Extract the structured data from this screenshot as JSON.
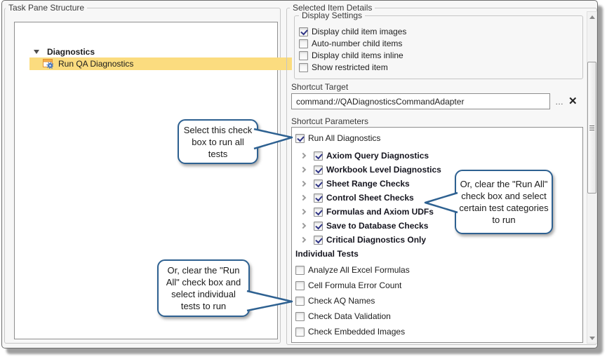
{
  "left_panel": {
    "title": "Task Pane Structure",
    "tree": {
      "root": {
        "label": "Diagnostics",
        "expanded": true
      },
      "child": {
        "label": "Run QA Diagnostics",
        "selected": true
      }
    }
  },
  "right_panel": {
    "title": "Selected Item Details",
    "display_settings": {
      "title": "Display Settings",
      "options": [
        {
          "label": "Display child item images",
          "checked": true
        },
        {
          "label": "Auto-number child items",
          "checked": false
        },
        {
          "label": "Display child items inline",
          "checked": false
        },
        {
          "label": "Show restricted item",
          "checked": false
        }
      ]
    },
    "shortcut_target": {
      "label": "Shortcut Target",
      "value": "command://QADiagnosticsCommandAdapter",
      "browse_label": "…",
      "clear_label": "✕"
    },
    "shortcut_parameters": {
      "label": "Shortcut Parameters",
      "run_all": {
        "label": "Run All Diagnostics",
        "checked": true
      },
      "categories": [
        {
          "label": "Axiom Query Diagnostics",
          "checked": true
        },
        {
          "label": "Workbook Level Diagnostics",
          "checked": true
        },
        {
          "label": "Sheet Range Checks",
          "checked": true
        },
        {
          "label": "Control Sheet Checks",
          "checked": true
        },
        {
          "label": "Formulas and Axiom UDFs",
          "checked": true
        },
        {
          "label": "Save to Database Checks",
          "checked": true
        },
        {
          "label": "Critical Diagnostics Only",
          "checked": true
        }
      ],
      "individual_tests_header": "Individual Tests",
      "individual_tests": [
        {
          "label": "Analyze All Excel Formulas",
          "checked": false
        },
        {
          "label": "Cell Formula Error Count",
          "checked": false
        },
        {
          "label": "Check AQ Names",
          "checked": false
        },
        {
          "label": "Check Data Validation",
          "checked": false
        },
        {
          "label": "Check Embedded Images",
          "checked": false
        }
      ]
    }
  },
  "callouts": [
    {
      "text": "Select this check box to run all tests"
    },
    {
      "text": "Or, clear the \"Run All\" check box and select certain test categories to run"
    },
    {
      "text": "Or, clear the \"Run All\" check box and select individual tests to run"
    }
  ],
  "colors": {
    "selection": "#FBDC7F",
    "callout_border": "#2E6191",
    "checkmark": "#2F3485"
  }
}
